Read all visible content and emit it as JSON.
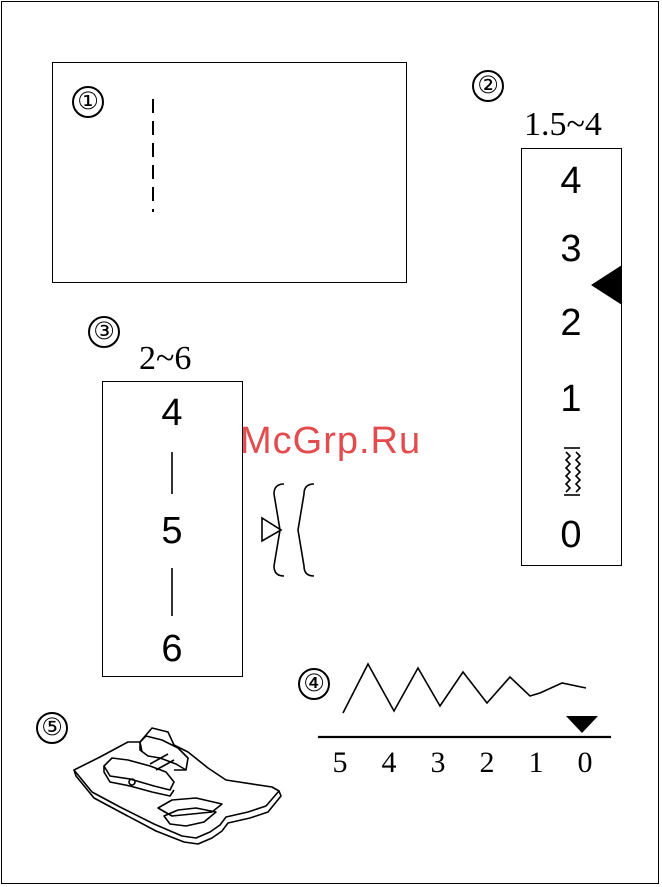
{
  "markers": {
    "m1": "①",
    "m2": "②",
    "m3": "③",
    "m4": "④",
    "m5": "⑤"
  },
  "panel2": {
    "range": "1.5~4",
    "dial": [
      "4",
      "3",
      "2",
      "1",
      "0"
    ]
  },
  "panel3": {
    "range": "2~6",
    "dial": [
      "4",
      "5",
      "6"
    ]
  },
  "panel4": {
    "scale": [
      "5",
      "4",
      "3",
      "2",
      "1",
      "0"
    ]
  },
  "watermark": "McGrp.Ru"
}
